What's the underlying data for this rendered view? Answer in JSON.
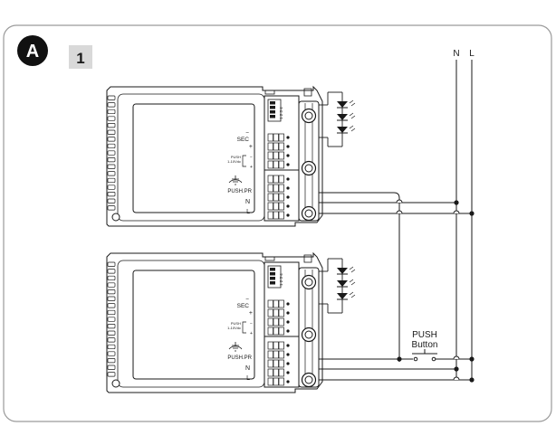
{
  "badge": {
    "letter": "A",
    "step": "1"
  },
  "mains": {
    "n_label": "N",
    "l_label": "L"
  },
  "units": [
    {
      "sec_label": "SEC",
      "sec_minus": "−",
      "sec_plus": "+",
      "push_small": "PUSH",
      "push_small_2": "1-10Vdc",
      "pushpr_label": "PUSH.PR",
      "n_label": "N",
      "l_label": "L",
      "dip_numbers": "1 2 3 4"
    },
    {
      "sec_label": "SEC",
      "sec_minus": "−",
      "sec_plus": "+",
      "push_small": "PUSH",
      "push_small_2": "1-10Vdc",
      "pushpr_label": "PUSH.PR",
      "n_label": "N",
      "l_label": "L",
      "dip_numbers": "1 2 3 4"
    }
  ],
  "push_button": {
    "line1": "PUSH",
    "line2": "Button"
  },
  "colors": {
    "line": "#1a1a1a",
    "badge_bg": "#111111",
    "step_bg": "#d9d9d9",
    "frame": "#9a9a9a"
  }
}
